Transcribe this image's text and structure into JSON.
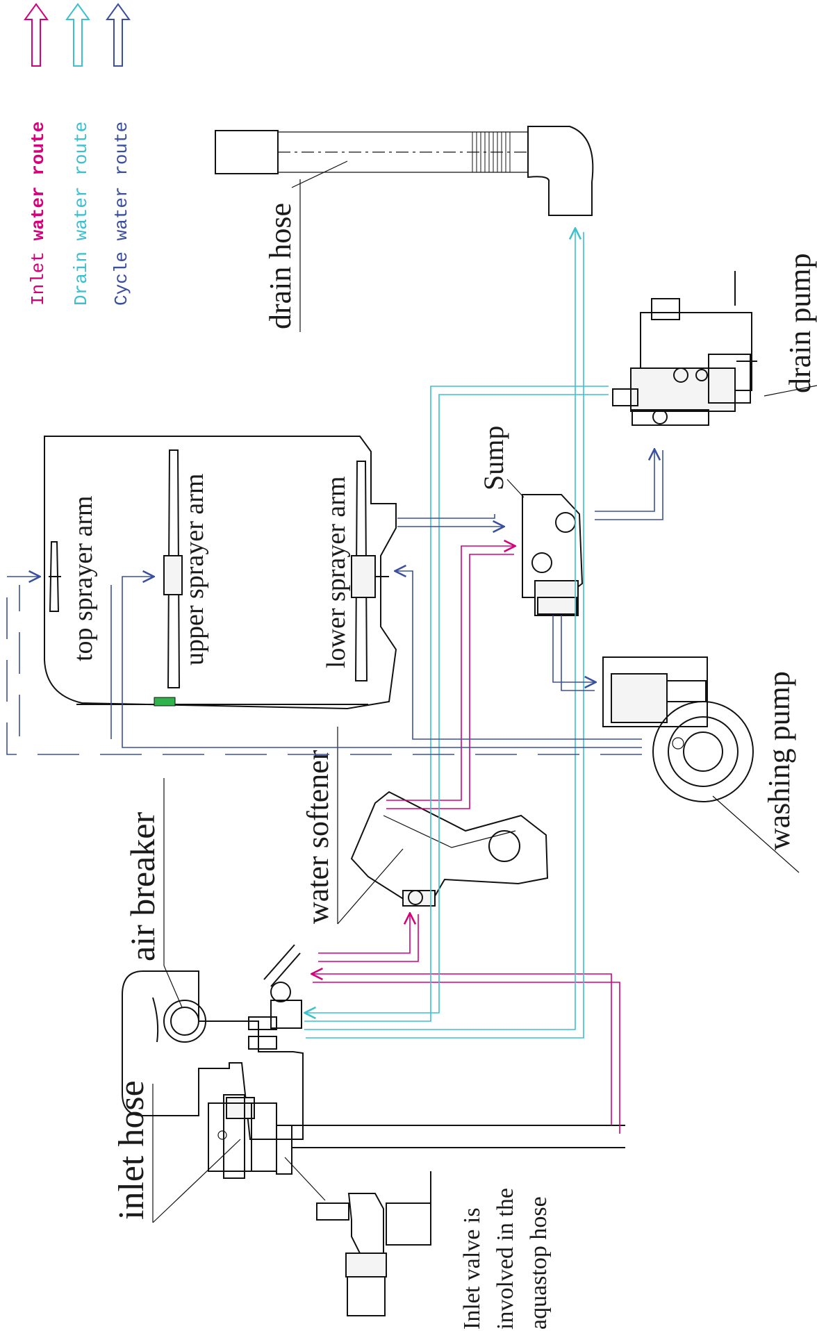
{
  "legend": {
    "inlet_prefix": "Inlet ",
    "inlet_bold": "water route",
    "drain": "Drain water route",
    "cycle": "Cycle water route"
  },
  "colors": {
    "inlet": "#d6007a",
    "drain": "#3cc0d0",
    "cycle": "#3a4fa0",
    "ink": "#111111"
  },
  "labels": {
    "drain_hose": "drain hose",
    "drain_pump": "drain pump",
    "sump": "Sump",
    "top_sprayer_arm": "top sprayer arm",
    "upper_sprayer_arm": "upper sprayer arm",
    "lower_sprayer_arm": "lower sprayer arm",
    "washing_pump": "washing pump",
    "water_softener": "water softener",
    "air_breaker": "air breaker",
    "inlet_hose": "inlet hose",
    "inlet_valve_note": [
      "Inlet valve is",
      "involved in the",
      "aquastop hose"
    ]
  },
  "icons": {
    "legend_arrows": "hollow-up-arrow-icon"
  }
}
